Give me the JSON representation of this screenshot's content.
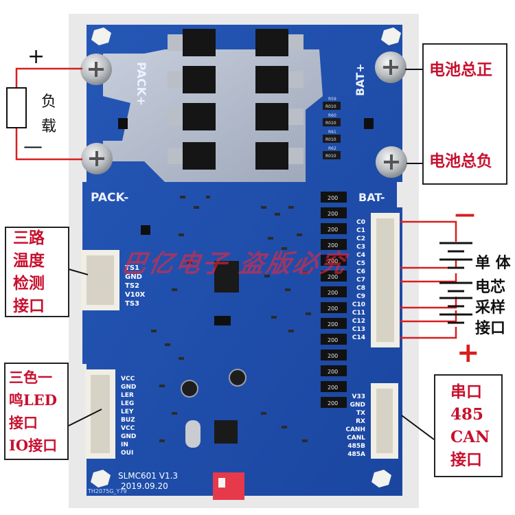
{
  "silkscreen": {
    "pack_pos": "PACK+",
    "pack_neg": "PACK-",
    "bat_pos": "BAT+",
    "bat_neg": "BAT-",
    "model": "SLMC601 V1.3",
    "date": "2019.09.20",
    "serial": "TH2075G_Y79",
    "ts_pins": [
      "TS1",
      "GND",
      "TS2",
      "V10X",
      "TS3"
    ],
    "led_pins": [
      "VCC",
      "GND",
      "LER",
      "LEG",
      "LEY",
      "BUZ",
      "VCC",
      "GND",
      "IN",
      "OUI"
    ],
    "cell_pins": [
      "C0",
      "C1",
      "C2",
      "C3",
      "C4",
      "C5",
      "C6",
      "C7",
      "C8",
      "C9",
      "C10",
      "C11",
      "C12",
      "C13",
      "C14"
    ],
    "comm_pins": [
      "V33",
      "GND",
      "TX",
      "RX",
      "CANH",
      "CANL",
      "485B",
      "485A"
    ],
    "resistors": [
      "R59",
      "R010",
      "R60",
      "R010",
      "R61",
      "R010",
      "R62",
      "R010"
    ],
    "balance_res": [
      "200",
      "200",
      "200",
      "200",
      "200",
      "200",
      "200",
      "200",
      "200",
      "200",
      "200",
      "200",
      "200",
      "200"
    ]
  },
  "annotations": {
    "bat_total_pos": "电池总正",
    "bat_total_neg": "电池总负",
    "load_chars": [
      "负",
      "载"
    ],
    "plus_sign": "+",
    "minus_sign": "—",
    "temp_lines": [
      "三路",
      "温度",
      "检测",
      "接口"
    ],
    "led_lines": [
      "三色一",
      "鸣LED",
      "接口",
      "IO接口"
    ],
    "comm_lines": [
      "串口",
      "485",
      "CAN",
      "接口"
    ],
    "cell_lines": [
      "单 体",
      "电芯",
      "采样",
      "接口"
    ],
    "cell_minus": "—",
    "cell_plus": "+",
    "watermark": "巴亿电子 盗版必究"
  },
  "colors": {
    "board": "#1f4fae",
    "board_dark": "#123a8a",
    "copper": "#c7ccd6",
    "screw": "#d3d5d8",
    "mosfet": "#1a1a1a",
    "connector": "#f1eee6",
    "label_red": "#c8102e",
    "wire_red": "#d81e1e",
    "watermark": "#e8283c"
  }
}
